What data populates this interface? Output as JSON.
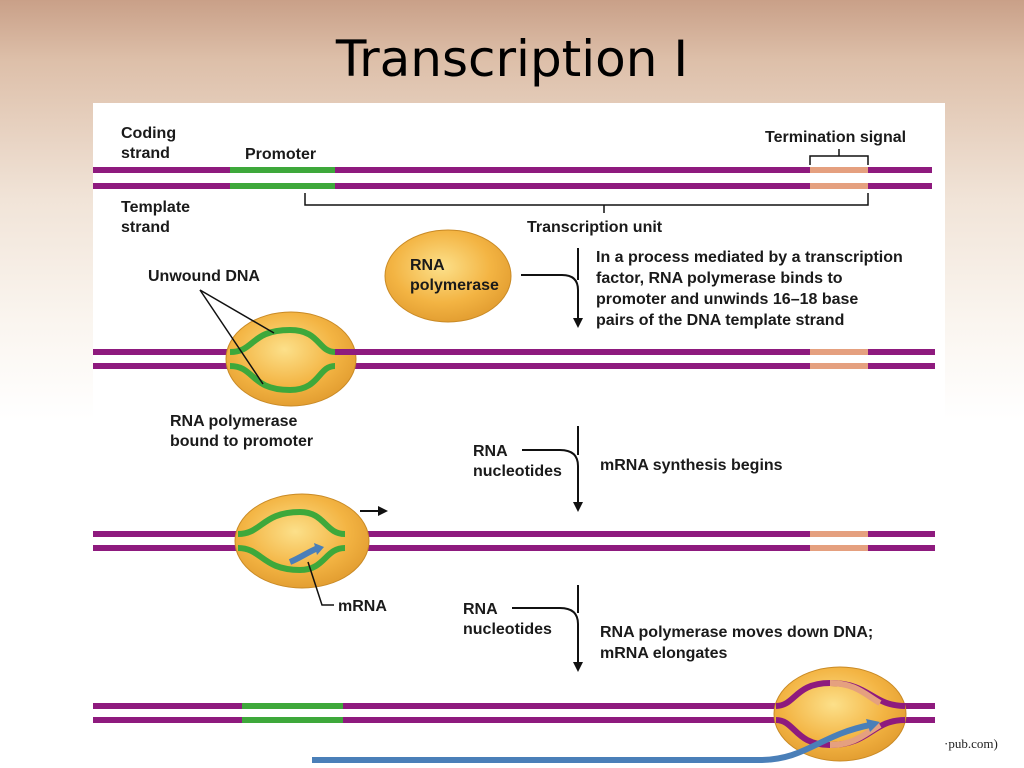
{
  "slide": {
    "title": "Transcription I"
  },
  "labels": {
    "coding_strand": [
      "Coding",
      "strand"
    ],
    "template_strand": [
      "Template",
      "strand"
    ],
    "promoter": "Promoter",
    "termination_signal": "Termination signal",
    "transcription_unit": "Transcription unit",
    "rna_polymerase": [
      "RNA",
      "polymerase"
    ],
    "unwound_dna": "Unwound DNA",
    "bound_to_promoter": [
      "RNA polymerase",
      "bound to promoter"
    ],
    "rna_nucleotides": [
      "RNA",
      "nucleotides"
    ],
    "mrna": "mRNA",
    "credit": "·pub.com)"
  },
  "steps": {
    "step1": [
      "In a process mediated by a transcription",
      "factor, RNA polymerase binds to",
      "promoter and unwinds 16–18 base",
      "pairs of the DNA template strand"
    ],
    "step2": [
      "mRNA synthesis begins"
    ],
    "step3": [
      "RNA polymerase moves down DNA;",
      "mRNA elongates"
    ]
  },
  "colors": {
    "dna": "#8e1a7e",
    "promoter": "#3ea83b",
    "termination": "#e5a07f",
    "polymerase": "#f3b443",
    "mrna": "#4a7fb8"
  }
}
